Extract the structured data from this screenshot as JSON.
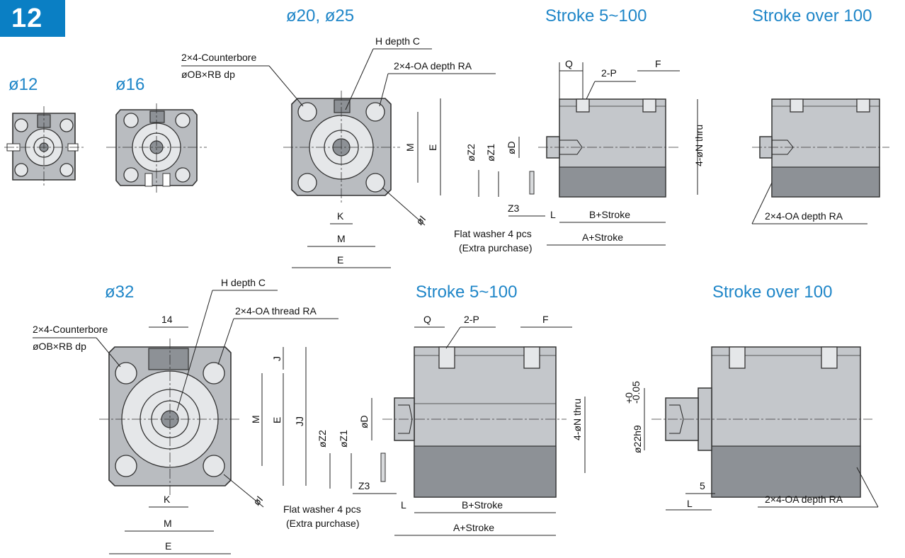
{
  "badge": "12",
  "titles": {
    "phi12": "ø12",
    "phi16": "ø16",
    "phi2025": "ø20, ø25",
    "phi32": "ø32",
    "stroke_a": "Stroke 5~100",
    "stroke_over_a": "Stroke over 100",
    "stroke_b": "Stroke 5~100",
    "stroke_over_b": "Stroke over 100"
  },
  "top": {
    "counterbore_1": "2×4-Counterbore",
    "counterbore_2": "øOB×RB dp",
    "h_depth": "H depth C",
    "oa_depth": "2×4-OA depth RA",
    "M": "M",
    "E": "E",
    "K": "K",
    "phiI": "øI",
    "M2": "M",
    "E2": "E",
    "Q": "Q",
    "P": "2-P",
    "F": "F",
    "N": "4-øN thru",
    "Z2": "øZ2",
    "Z1": "øZ1",
    "D": "øD",
    "Z3": "Z3",
    "L": "L",
    "BS": "B+Stroke",
    "AS": "A+Stroke",
    "washer_1": "Flat washer 4 pcs",
    "washer_2": "(Extra purchase)",
    "oa_depth_r": "2×4-OA depth RA"
  },
  "bottom": {
    "h_depth": "H depth C",
    "dim14": "14",
    "oa_thread": "2×4-OA thread RA",
    "counterbore_1": "2×4-Counterbore",
    "counterbore_2": "øOB×RB dp",
    "J": "J",
    "M": "M",
    "E": "E",
    "JJ": "JJ",
    "K": "K",
    "phiI": "øI",
    "M2": "M",
    "E2": "E",
    "Q": "Q",
    "P": "2-P",
    "F": "F",
    "N": "4-øN thru",
    "Z2": "øZ2",
    "Z1": "øZ1",
    "D": "øD",
    "Z3": "Z3",
    "L": "L",
    "BS": "B+Stroke",
    "AS": "A+Stroke",
    "washer_1": "Flat washer 4 pcs",
    "washer_2": "(Extra purchase)",
    "h9": "ø22h9",
    "tol_up": "+0",
    "tol_dn": "-0.05",
    "dim5": "5",
    "L2": "L",
    "oa_depth_r": "2×4-OA depth RA"
  }
}
